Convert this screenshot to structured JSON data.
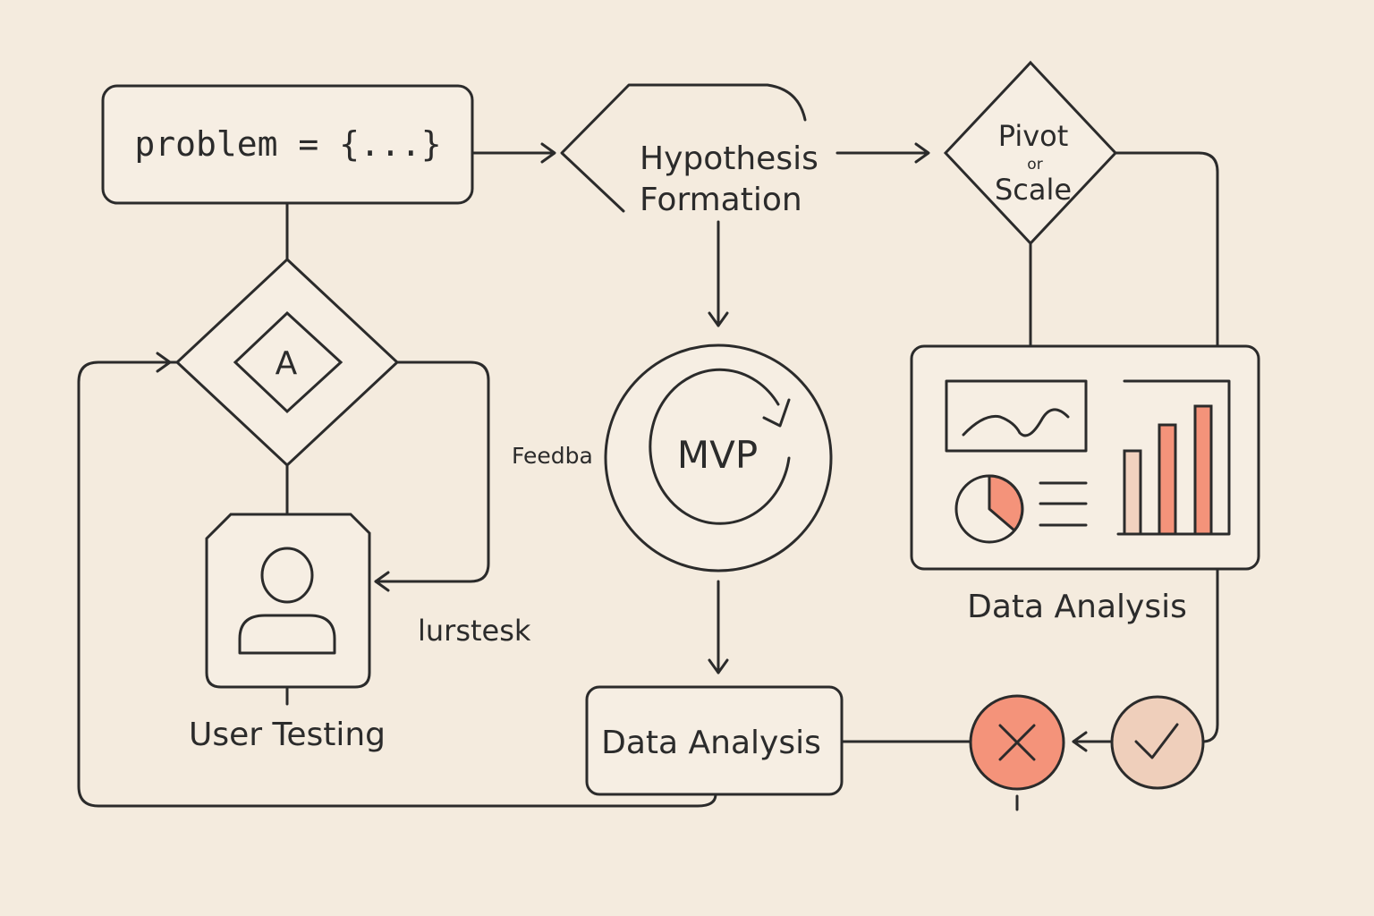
{
  "nodes": {
    "problem": {
      "label": "problem = {...}"
    },
    "hypothesis": {
      "line1": "Hypothesis",
      "line2": "Formation"
    },
    "pivot": {
      "line1": "Pivot",
      "conj": "or",
      "line2": "Scale"
    },
    "ab_test": {
      "label": "A"
    },
    "mvp": {
      "label": "MVP"
    },
    "dashboard": {
      "label": "Data Analysis"
    },
    "user_testing": {
      "label": "User Testing"
    },
    "data_analysis": {
      "label": "Data Analysis"
    }
  },
  "edge_labels": {
    "feedback": "Feedba",
    "iterate": "lurstesk"
  },
  "colors": {
    "background": "#f4ebde",
    "stroke": "#2b2b2b",
    "accent": "#f4937a",
    "accent_light": "#f2d2bf",
    "success_fill": "#efcfbb"
  },
  "decisions": {
    "reject": "x-icon",
    "accept": "check-icon"
  }
}
